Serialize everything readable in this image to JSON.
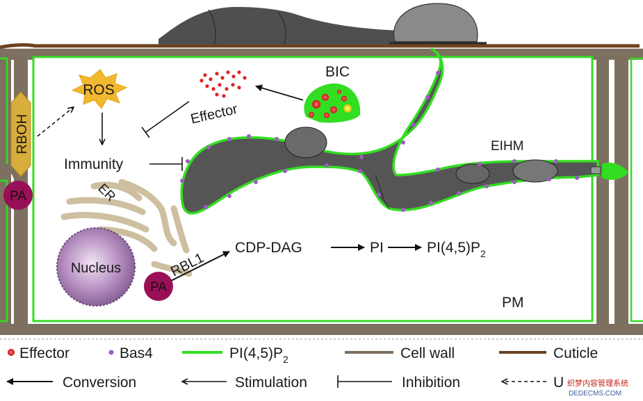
{
  "diagram": {
    "labels": {
      "ros": "ROS",
      "rboh": "RBOH",
      "pa": "PA",
      "effector": "Effector",
      "immunity": "Immunity",
      "bic": "BIC",
      "eihm": "EIHM",
      "er": "ER",
      "nucleus": "Nucleus",
      "rbl1": "RBL1",
      "pathway": [
        "CDP-DAG",
        "PI",
        "PI(4,5)P"
      ],
      "pip2_sub": "2",
      "pm": "PM"
    },
    "colors": {
      "cuticle": "#6b4220",
      "cell_wall": "#7d7060",
      "pip2": "#33dd22",
      "bas4": "#a05bc4",
      "effector": "#e02424",
      "ros": "#f2b830",
      "rboh": "#d8ad3a",
      "pa": "#9a1057",
      "er": "#cdbf9f",
      "hypha": "#4f4f4f"
    }
  },
  "legend": {
    "row1": [
      {
        "icon": "effector-dot-icon",
        "label": "Effector"
      },
      {
        "icon": "bas4-dot-icon",
        "label": "Bas4"
      },
      {
        "icon": "green-line-icon",
        "label": "PI(4,5)P",
        "sub": "2"
      },
      {
        "icon": "gray-line-icon",
        "label": "Cell wall"
      },
      {
        "icon": "brown-line-icon",
        "label": "Cuticle"
      }
    ],
    "row2": [
      {
        "icon": "filled-arrow-icon",
        "label": "Conversion"
      },
      {
        "icon": "open-arrow-icon",
        "label": "Stimulation"
      },
      {
        "icon": "inhibition-bar-icon",
        "label": "Inhibition"
      },
      {
        "icon": "dashed-arrow-icon",
        "label": "U"
      }
    ]
  },
  "watermark": {
    "text1": "织梦内容管理系统",
    "text2": "DEDECMS.COM"
  }
}
